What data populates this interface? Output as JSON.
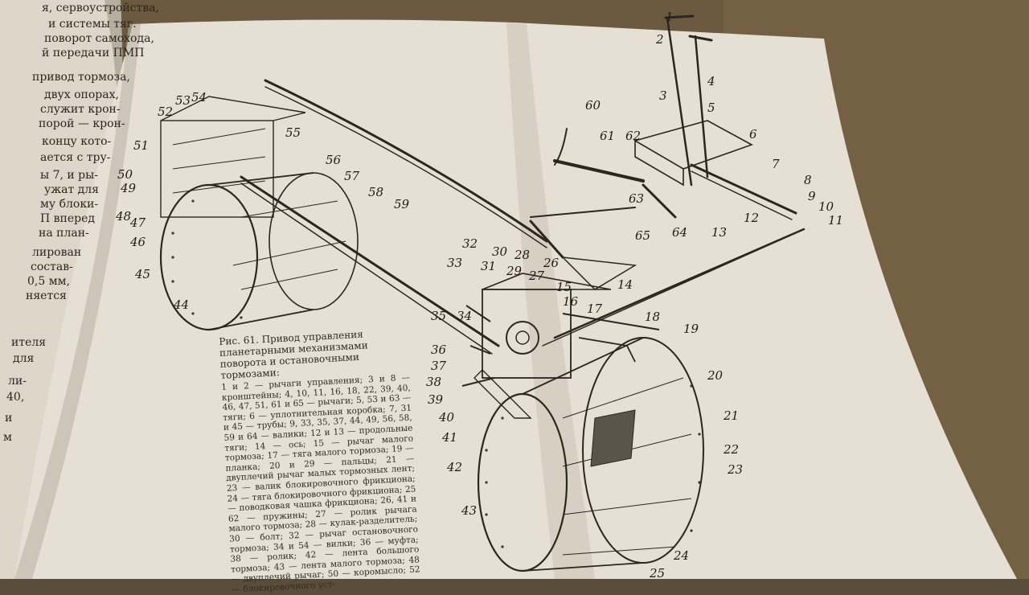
{
  "left_page": {
    "lines": [
      "я, сервоустройства,",
      "и системы тяг.",
      "поворот самохода,",
      "й передачи ПМП",
      "привод тормоза,",
      "двух опорах,",
      "служит крон-",
      "порой — крон-",
      "концу кото-",
      "ается с тру-",
      "ы 7, и ры-",
      "ужат для",
      "му блоки-",
      "П вперед",
      "на план-",
      "лирован",
      "состав-",
      "0,5 мм,",
      "няется",
      "ителя",
      "для",
      "ли-",
      "40,",
      "и",
      "м"
    ]
  },
  "figure": {
    "caption_title": "Рис. 61. Привод управления планетарными механизмами поворота и остановочными тормозами:",
    "caption_text": "1 и 2 — рычаги управления; 3 и 8 — кронштейны; 4, 10, 11, 16, 18, 22, 39, 40, 46, 47, 51, 61 и 65 — рычаги; 5, 53 и 63 — тяги; 6 — уплотнительная коробка; 7, 31 и 45 — трубы; 9, 33, 35, 37, 44, 49, 56, 58, 59 и 64 — валики; 12 и 13 — продольные тяги; 14 — ось; 15 — рычаг малого тормоза; 17 — тяга малого тормоза; 19 — планка; 20 и 29 — пальцы; 21 — двуплечий рычаг малых тормозных лент; 23 — валик блокировочного фрикциона; 24 — тяга блокировочного фрикциона; 25 — поводковая чашка фрикциона; 26, 41 и 62 — пружины; 27 — ролик рычага малого тормоза; 28 — кулак-разделитель; 30 — болт; 32 — рычаг остановочного тормоза; 34 и 54 — вилки; 36 — муфта; 38 — ролик; 42 — лента большого тормоза; 43 — лента малого тормоза; 48 — двуплечий рычаг; 50 — коромысло; 52 — блокировочного уст-",
    "labels": [
      "1",
      "2",
      "3",
      "4",
      "5",
      "6",
      "7",
      "8",
      "9",
      "10",
      "11",
      "12",
      "13",
      "14",
      "15",
      "16",
      "17",
      "18",
      "19",
      "20",
      "21",
      "22",
      "23",
      "24",
      "25",
      "26",
      "27",
      "28",
      "29",
      "30",
      "31",
      "32",
      "33",
      "34",
      "35",
      "36",
      "37",
      "38",
      "39",
      "40",
      "41",
      "42",
      "43",
      "44",
      "45",
      "46",
      "47",
      "48",
      "49",
      "50",
      "51",
      "52",
      "53",
      "54",
      "55",
      "56",
      "57",
      "58",
      "59",
      "60",
      "61",
      "62",
      "63",
      "64",
      "65"
    ]
  },
  "colors": {
    "page": "#e4ddd0",
    "page_shadow": "#b8b0a2",
    "ink": "#2a2620",
    "table": "#5a4e3a"
  }
}
